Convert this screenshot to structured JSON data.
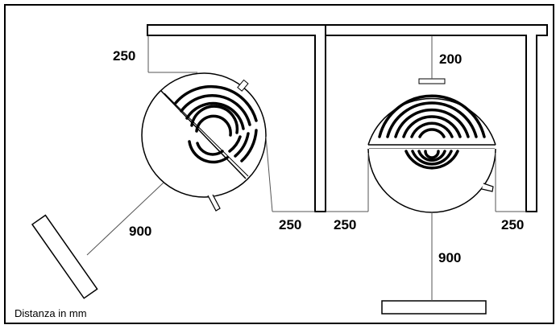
{
  "dimensions": {
    "left_wall_gap_top": "250",
    "left_front_clearance": "900",
    "left_side_clearance": "250",
    "right_wall_gap_top": "200",
    "right_side_left": "250",
    "right_side_right": "250",
    "right_front_clearance": "900"
  },
  "caption": "Distanza in mm",
  "colors": {
    "line": "#000000",
    "background": "#ffffff",
    "thin_line": "#555555"
  }
}
